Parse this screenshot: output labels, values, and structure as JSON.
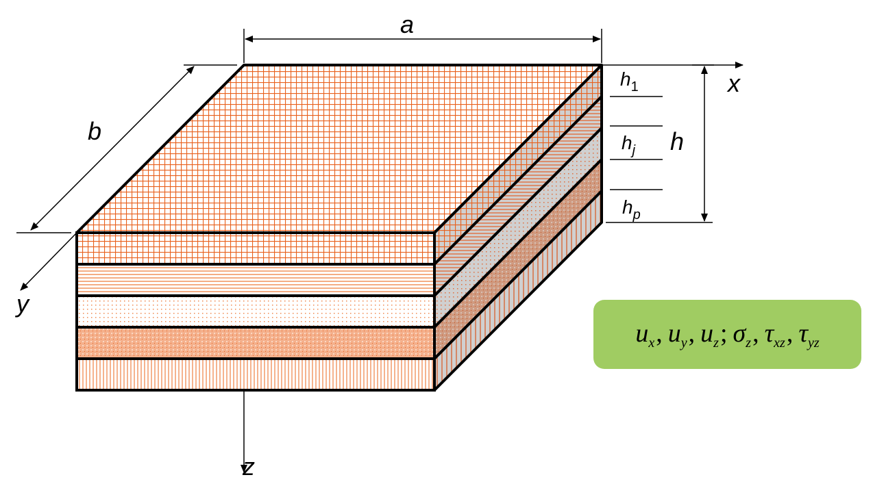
{
  "labels": {
    "a": "a",
    "b": "b",
    "x": "x",
    "y": "y",
    "z": "z",
    "h": "h"
  },
  "layer_heights": [
    {
      "base": "h",
      "sub": "1"
    },
    {
      "base": "h",
      "sub": "j"
    },
    {
      "base": "h",
      "sub": "p"
    }
  ],
  "formula": [
    {
      "base": "u",
      "sub": "x",
      "sep": ","
    },
    {
      "base": "u",
      "sub": "y",
      "sep": ","
    },
    {
      "base": "u",
      "sub": "z",
      "sep": ";"
    },
    {
      "base": "σ",
      "sub": "z",
      "sep": ","
    },
    {
      "base": "τ",
      "sub": "xz",
      "sep": ","
    },
    {
      "base": "τ",
      "sub": "yz",
      "sep": ""
    }
  ],
  "colors": {
    "hatch": "#e8601c",
    "salmon": "#f4b08c",
    "side_gray": "#d0d0d0",
    "formula_bg": "#a0cc62"
  }
}
